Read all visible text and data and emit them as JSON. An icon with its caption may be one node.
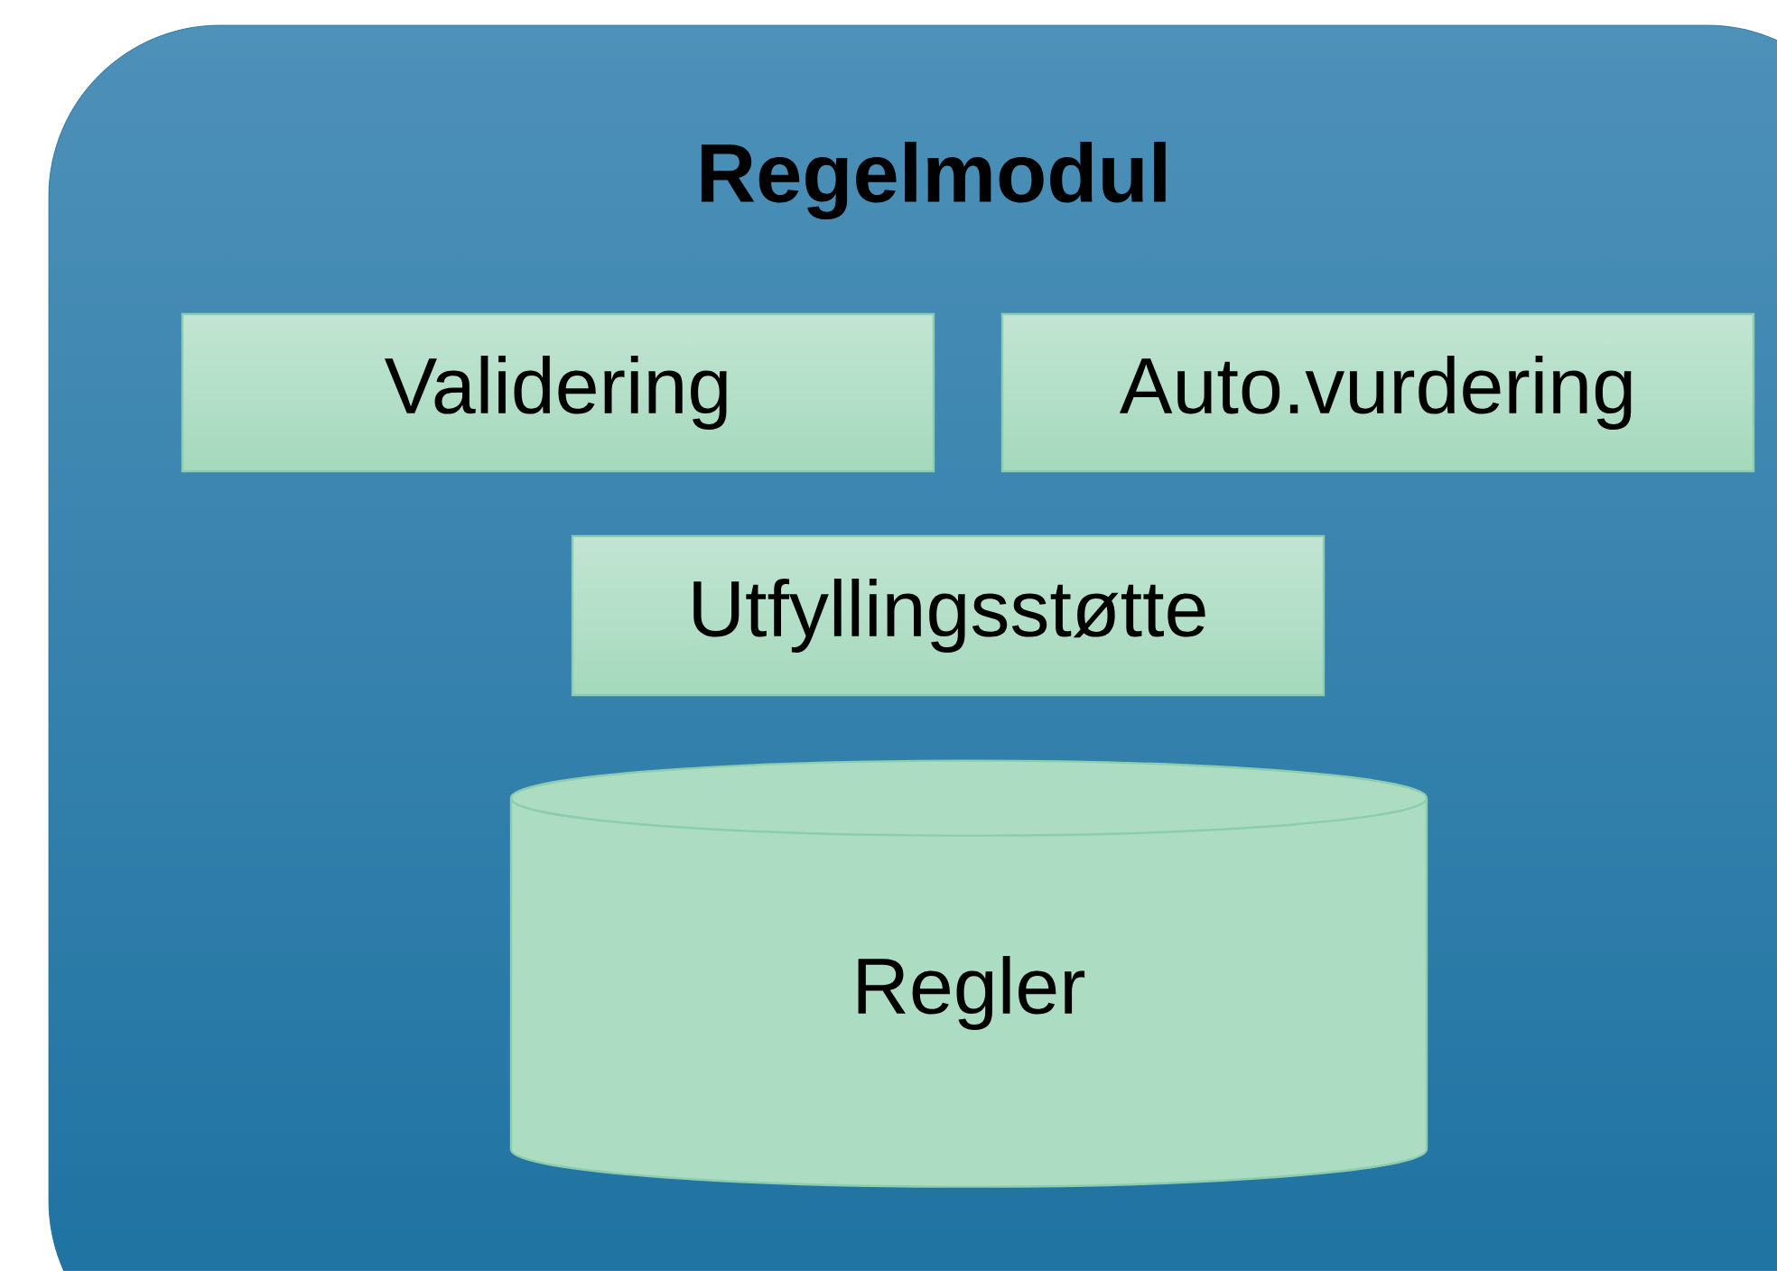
{
  "diagram": {
    "nodes": [
      {
        "text": [
          "Regelmodul"
        ]
      },
      {
        "text": [
          "Validering"
        ],
        "in": 0
      },
      {
        "text": [
          "Auto.vurdering"
        ],
        "in": 0
      },
      {
        "text": [
          "Utfyllingsstøtte"
        ],
        "in": 0
      },
      {
        "text": [
          "Regler"
        ],
        "in": 0
      }
    ]
  }
}
